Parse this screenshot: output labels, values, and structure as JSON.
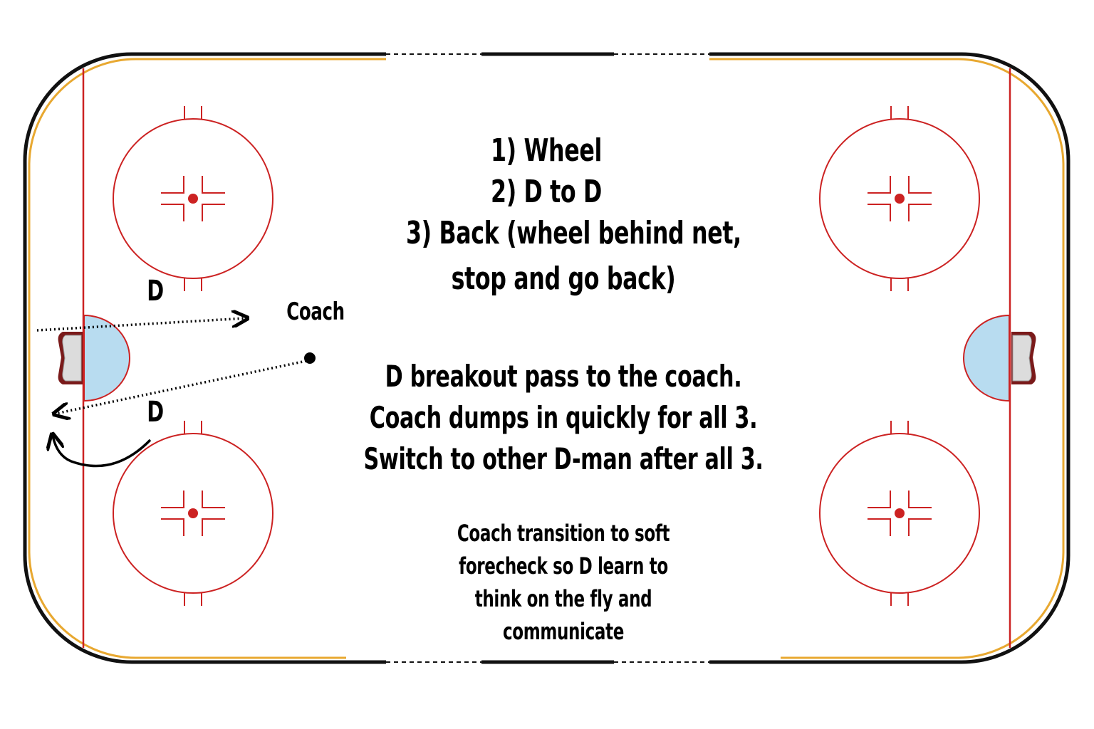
{
  "instructions": {
    "lines": [
      "1) Wheel",
      "2) D to D",
      "3) Back (wheel behind net,",
      "stop and go back)"
    ]
  },
  "notes": {
    "lines": [
      "D breakout pass to the coach.",
      "Coach dumps in quickly for all 3.",
      "Switch to other D-man after all 3."
    ]
  },
  "tip": {
    "lines": [
      "Coach transition to soft",
      "forecheck so D learn to",
      "think on the fly and",
      "communicate"
    ]
  },
  "players": {
    "defense_label": "D",
    "coach_label": "Coach"
  },
  "colors": {
    "boards": "#111111",
    "kickplate": "#e8a830",
    "lines": "#cc2222",
    "crease": "#b8dcf0",
    "net": "#7a1a1a"
  }
}
